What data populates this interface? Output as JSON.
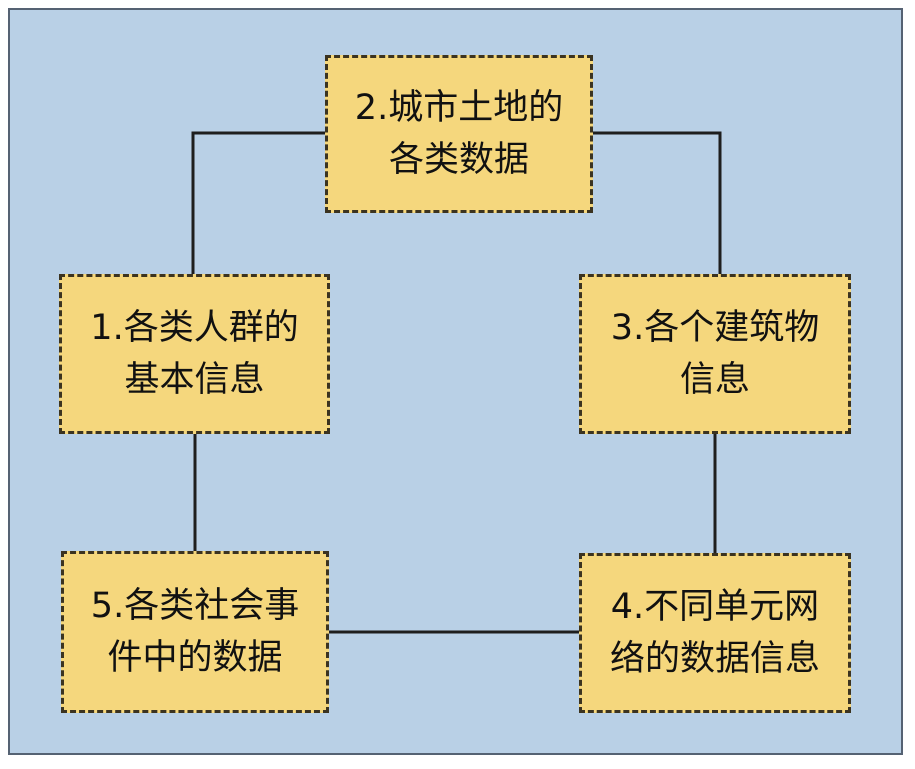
{
  "diagram": {
    "nodes": [
      {
        "id": "n2",
        "label": "2.城市土地的各类数据",
        "lines": [
          "2.城市土地的",
          "各类数据"
        ]
      },
      {
        "id": "n1",
        "label": "1.各类人群的基本信息",
        "lines": [
          "1.各类人群的",
          "基本信息"
        ]
      },
      {
        "id": "n3",
        "label": "3.各个建筑物信息",
        "lines": [
          "3.各个建筑物",
          "信息"
        ]
      },
      {
        "id": "n4",
        "label": "4.不同单元网络的数据信息",
        "lines": [
          "4.不同单元网",
          "络的数据信息"
        ]
      },
      {
        "id": "n5",
        "label": "5.各类社会事件中的数据",
        "lines": [
          "5.各类社会事",
          "件中的数据"
        ]
      }
    ],
    "connections": [
      {
        "from": "n1",
        "to": "n2"
      },
      {
        "from": "n2",
        "to": "n3"
      },
      {
        "from": "n3",
        "to": "n4"
      },
      {
        "from": "n4",
        "to": "n5"
      },
      {
        "from": "n5",
        "to": "n1"
      }
    ],
    "colors": {
      "background": "#b9d0e6",
      "frame": "#556273",
      "node_fill": "#f5d77d",
      "node_border": "#3b3320",
      "connector": "#1e1e1e"
    }
  }
}
